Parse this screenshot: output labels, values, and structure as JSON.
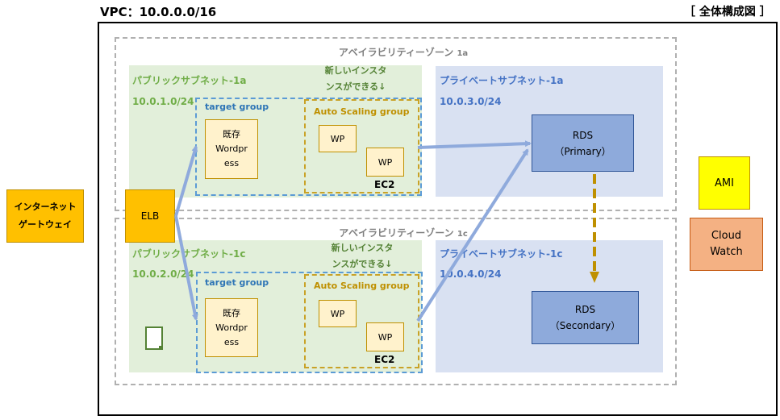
{
  "title": "VPC：10.0.0.0/16",
  "diagram_label": "［ 全体構成図 ］",
  "internet_gateway": {
    "line1": "インターネット",
    "line2": "ゲートウェイ"
  },
  "elb": {
    "label": "ELB"
  },
  "ami": {
    "label": "AMI"
  },
  "cloudwatch": {
    "line1": "Cloud",
    "line2": "Watch"
  },
  "zones": [
    {
      "label": "アベイラビリティーゾーン",
      "suffix": "1a",
      "public_subnet": {
        "name": "パブリックサブネット-1a",
        "cidr": "10.0.1.0/24"
      },
      "note": {
        "line1": "新しいインスタ",
        "line2": "ンスができる↓"
      },
      "target_group": {
        "label": "target group",
        "existing": {
          "line1": "既存",
          "line2": "Wordpr",
          "line3": "ess"
        }
      },
      "asg": {
        "label": "Auto Scaling group",
        "instances": [
          "WP",
          "WP"
        ],
        "ec2_label": "EC2"
      },
      "private_subnet": {
        "name": "プライベートサブネット-1a",
        "cidr": "10.0.3.0/24"
      },
      "rds": {
        "line1": "RDS",
        "line2": "（Primary）"
      }
    },
    {
      "label": "アベイラビリティーゾーン",
      "suffix": "1c",
      "public_subnet": {
        "name": "パブリックサブネット-1c",
        "cidr": "10.0.2.0/24"
      },
      "note": {
        "line1": "新しいインスタ",
        "line2": "ンスができる↓"
      },
      "target_group": {
        "label": "target group",
        "existing": {
          "line1": "既存",
          "line2": "Wordpr",
          "line3": "ess"
        }
      },
      "asg": {
        "label": "Auto Scaling group",
        "instances": [
          "WP",
          "WP"
        ],
        "ec2_label": "EC2"
      },
      "private_subnet": {
        "name": "プライベートサブネット-1c",
        "cidr": "10.0.4.0/24"
      },
      "rds": {
        "line1": "RDS",
        "line2": "（Secondary）"
      }
    }
  ],
  "colors": {
    "arrow": "#8faadc",
    "replication_arrow": "#bf9000"
  }
}
